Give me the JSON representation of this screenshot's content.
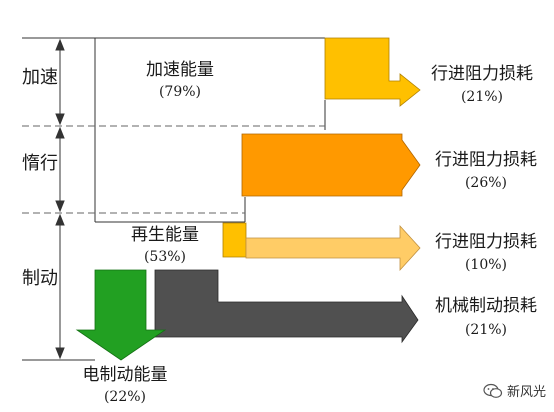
{
  "phases": {
    "accelerate": "加速",
    "coast": "惰行",
    "brake": "制动"
  },
  "energy": {
    "accel_name": "加速能量",
    "accel_pct": "(79%)",
    "regen_name": "再生能量",
    "regen_pct": "(53%)",
    "elec_name": "电制动能量",
    "elec_pct": "(22%)"
  },
  "losses": [
    {
      "name": "行进阻力损耗",
      "pct": "(21%)",
      "color": "#FFC000"
    },
    {
      "name": "行进阻力损耗",
      "pct": "(26%)",
      "color": "#FF9900"
    },
    {
      "name": "行进阻力损耗",
      "pct": "(10%)",
      "color": "#FFCC66"
    },
    {
      "name": "机械制动损耗",
      "pct": "(21%)",
      "color": "#505050"
    }
  ],
  "colors": {
    "green_arrow": "#22A022",
    "frame": "#333333",
    "dashed": "#666666"
  },
  "watermark": {
    "text": "新风光",
    "icon": "wechat-icon"
  }
}
